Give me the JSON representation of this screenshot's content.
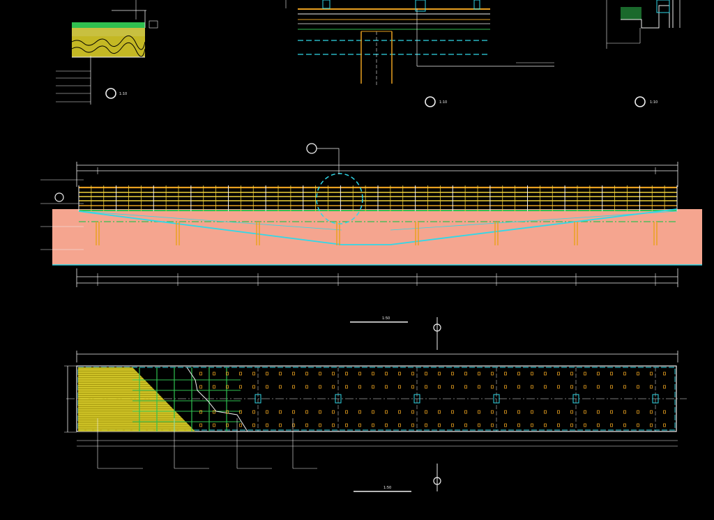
{
  "colors": {
    "background": "#000000",
    "rail": "#f0d23c",
    "rail_orange": "#e8a020",
    "cyan": "#30d8e8",
    "white": "#f2f2f2",
    "green": "#30c050",
    "water": "#f5a58f",
    "deck_yellow": "#e6d82a"
  },
  "details": {
    "detail_1_ref": "1:10",
    "detail_2_ref": "1:10",
    "detail_3_ref": "1:10",
    "detail_1_layers": [
      "",
      "",
      "",
      "",
      ""
    ]
  },
  "elevation": {
    "title": "",
    "scale": "1:50",
    "callout": "",
    "markers": [
      "",
      "",
      "",
      ""
    ]
  },
  "plan": {
    "title": "",
    "scale": "1:50",
    "notes": [
      "",
      "",
      "",
      ""
    ]
  },
  "watermark": ""
}
